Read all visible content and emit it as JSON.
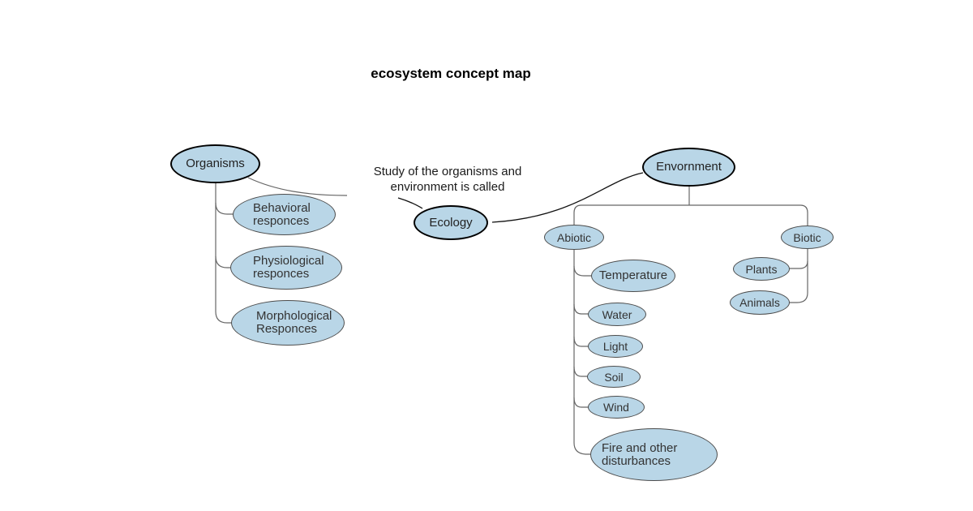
{
  "title": "ecosystem concept map",
  "annotation": "Study of the organisms and\nenvironment is called",
  "colors": {
    "node_fill": "#b9d6e7",
    "node_border": "#4d4d4d",
    "main_border": "#000000",
    "connector": "#666666",
    "arrow": "#111111",
    "text": "#333333",
    "title_color": "#000000"
  },
  "nodes": {
    "organisms": "Organisms",
    "behavioral": "Behavioral responces",
    "physiological": "Physiological responces",
    "morphological": "Morphological Responces",
    "ecology": "Ecology",
    "envornment": "Envornment",
    "abiotic": "Abiotic",
    "biotic": "Biotic",
    "temperature": "Temperature",
    "water": "Water",
    "light": "Light",
    "soil": "Soil",
    "wind": "Wind",
    "fire": "Fire and other disturbances",
    "plants": "Plants",
    "animals": "Animals"
  }
}
